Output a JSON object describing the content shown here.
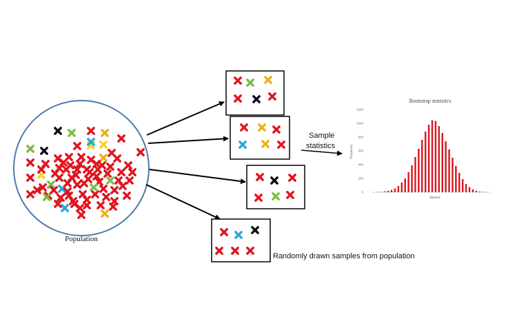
{
  "labels": {
    "population": "Population",
    "sample_statistics_line1": "Sample",
    "sample_statistics_line2": "statistics",
    "samples_caption": "Randomly drawn samples from population"
  },
  "colors": {
    "red": "#e0141e",
    "green": "#7cbc45",
    "yellow": "#f4d32a",
    "orange": "#e8b21a",
    "blue": "#27a5dc",
    "black": "#0b0b12",
    "circle_stroke": "#4a78a8",
    "bar": "#d71920"
  },
  "population_marker_counts": {
    "red": 67,
    "green": 6,
    "yellow": 3,
    "orange": 3,
    "blue": 3,
    "black": 2
  },
  "samples": [
    [
      "red",
      "green",
      "orange",
      "red",
      "black",
      "red"
    ],
    [
      "red",
      "orange",
      "red",
      "blue",
      "orange",
      "red"
    ],
    [
      "red",
      "black",
      "red",
      "red",
      "green",
      "red"
    ],
    [
      "red",
      "blue",
      "black",
      "red",
      "red",
      "red"
    ]
  ],
  "chart_data": {
    "type": "bar",
    "title": "Bootstrap statistics",
    "xlabel": "Statistic",
    "ylabel": "Frequency",
    "ylim": [
      0,
      1200
    ],
    "yticks": [
      0,
      200,
      400,
      600,
      800,
      1000,
      1200
    ],
    "grid": false,
    "values": [
      2,
      5,
      12,
      20,
      35,
      55,
      90,
      140,
      200,
      290,
      390,
      510,
      630,
      760,
      880,
      980,
      1045,
      1035,
      960,
      860,
      740,
      620,
      500,
      380,
      280,
      190,
      120,
      75,
      40,
      20,
      10,
      4,
      1
    ]
  }
}
